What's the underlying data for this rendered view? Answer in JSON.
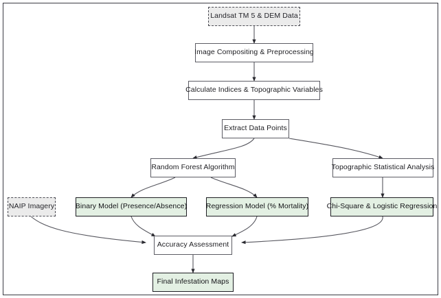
{
  "diagram": {
    "title": "Landsat infestation mapping workflow",
    "colors": {
      "frame_border": "#3a3a42",
      "process_fill": "#ffffff",
      "process_border": "#5b5b63",
      "source_fill": "#ebebeb",
      "source_border": "#4a4a52",
      "model_fill": "#e3f0e3",
      "model_border": "#1d1d22",
      "edge": "#55555d",
      "text": "#1c1c20"
    },
    "nodes": {
      "landsat": "Landsat TM 5 & DEM Data",
      "compositing": "Image Compositing & Preprocessing",
      "indices": "Calculate Indices & Topographic Variables",
      "extract": "Extract Data Points",
      "random_forest": "Random Forest Algorithm",
      "topographic": "Topographic Statistical Analysis",
      "naip": "NAIP Imagery",
      "binary_model": "Binary Model (Presence/Absence)",
      "regression_model": "Regression Model (% Mortality)",
      "chi_square": "Chi-Square & Logistic Regression",
      "accuracy": "Accuracy Assessment",
      "final_maps": "Final Infestation Maps"
    },
    "edges": [
      {
        "from": "landsat",
        "to": "compositing"
      },
      {
        "from": "compositing",
        "to": "indices"
      },
      {
        "from": "indices",
        "to": "extract"
      },
      {
        "from": "extract",
        "to": "random_forest"
      },
      {
        "from": "extract",
        "to": "topographic"
      },
      {
        "from": "random_forest",
        "to": "binary_model"
      },
      {
        "from": "random_forest",
        "to": "regression_model"
      },
      {
        "from": "topographic",
        "to": "chi_square"
      },
      {
        "from": "naip",
        "to": "accuracy"
      },
      {
        "from": "binary_model",
        "to": "accuracy"
      },
      {
        "from": "regression_model",
        "to": "accuracy"
      },
      {
        "from": "chi_square",
        "to": "accuracy"
      },
      {
        "from": "accuracy",
        "to": "final_maps"
      }
    ]
  }
}
